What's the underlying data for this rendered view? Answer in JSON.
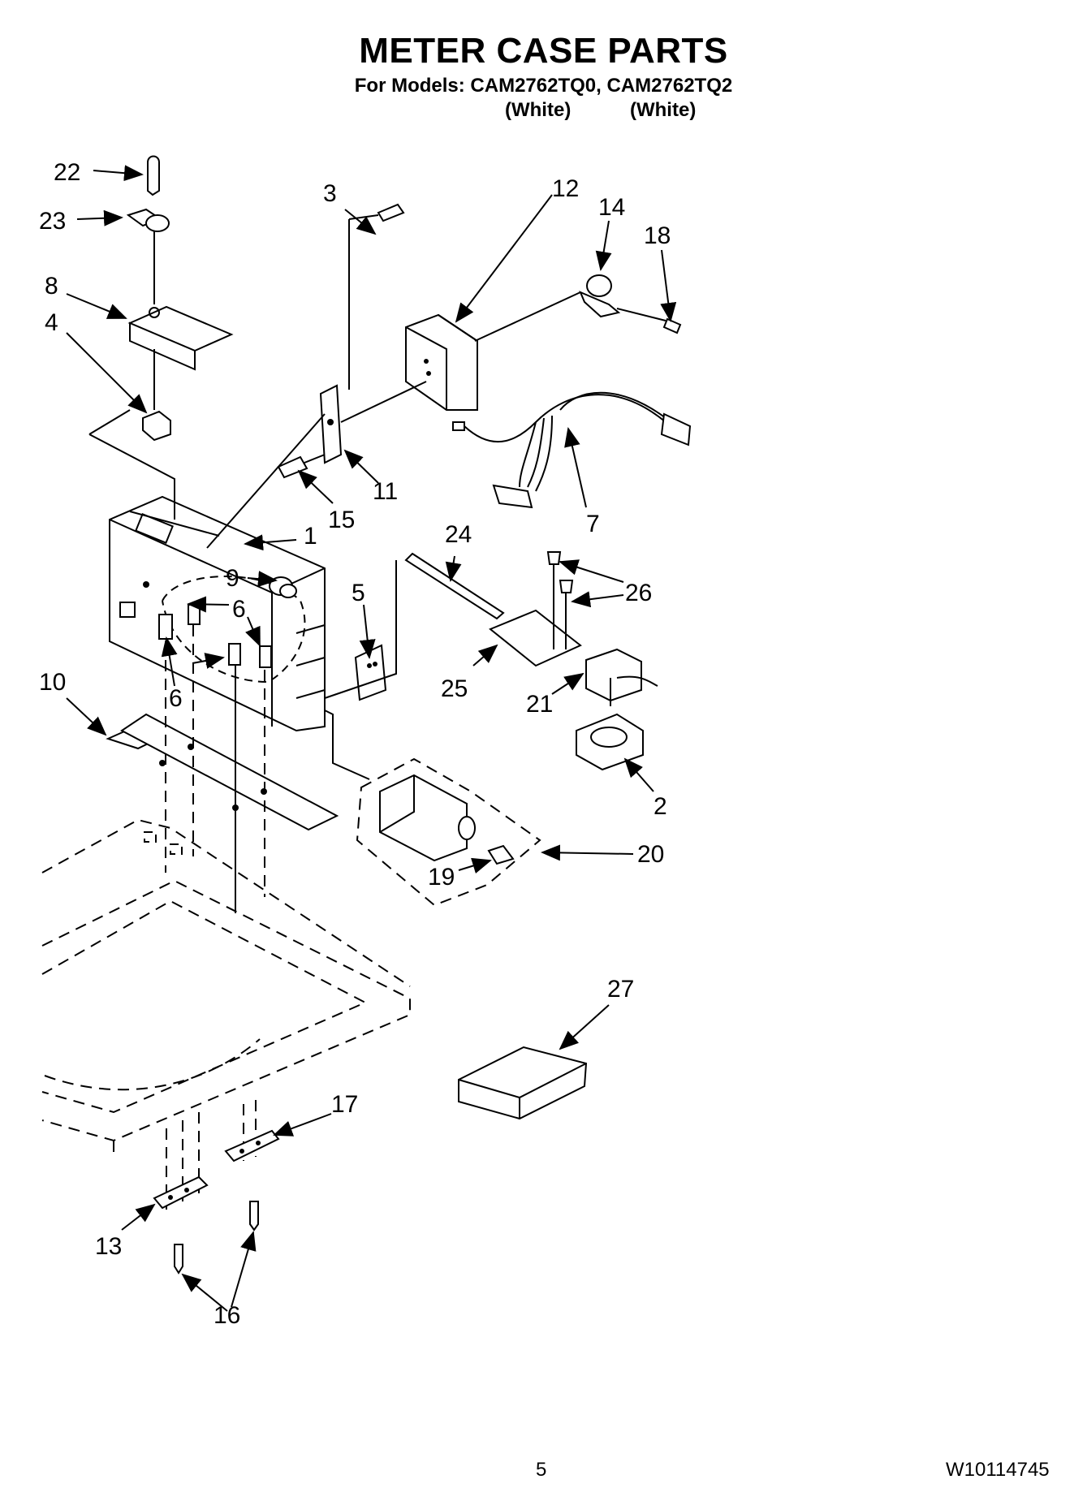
{
  "header": {
    "title": "METER CASE PARTS",
    "models_line": "For Models: CAM2762TQ0, CAM2762TQ2",
    "color_1": "(White)",
    "color_2": "(White)"
  },
  "callouts": {
    "c1": "1",
    "c2": "2",
    "c3": "3",
    "c4": "4",
    "c5": "5",
    "c6a": "6",
    "c6b": "6",
    "c7": "7",
    "c8": "8",
    "c9": "9",
    "c10": "10",
    "c11": "11",
    "c12": "12",
    "c13": "13",
    "c14": "14",
    "c15": "15",
    "c16": "16",
    "c17": "17",
    "c18": "18",
    "c19": "19",
    "c20": "20",
    "c21": "21",
    "c22": "22",
    "c23": "23",
    "c24": "24",
    "c25": "25",
    "c26": "26",
    "c27": "27"
  },
  "footer": {
    "page_number": "5",
    "doc_number": "W10114745"
  }
}
